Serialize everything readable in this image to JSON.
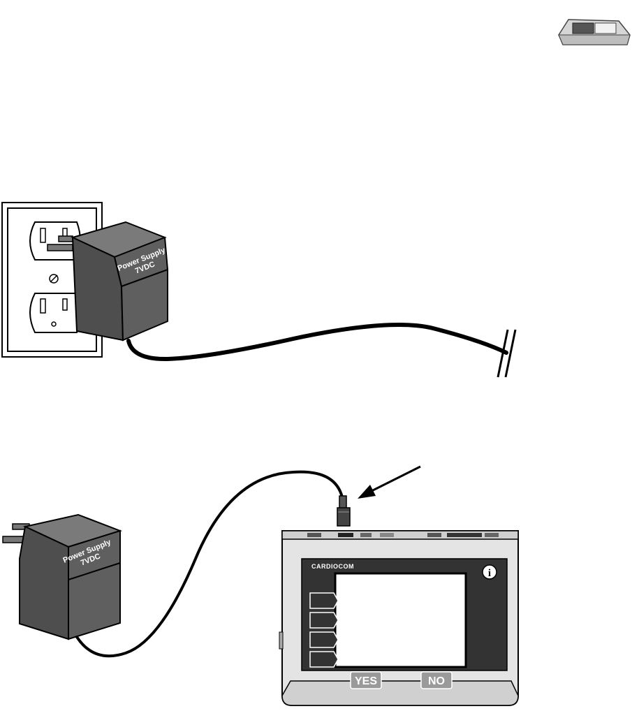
{
  "power_supply_top": {
    "label_line1": "Power Supply",
    "label_line2": "7VDC"
  },
  "power_supply_bottom": {
    "label_line1": "Power Supply",
    "label_line2": "7VDC"
  },
  "device": {
    "brand": "CARDIOCOM",
    "yes_label": "YES",
    "no_label": "NO",
    "info_icon": "info-icon"
  },
  "colors": {
    "adapter_face": "#5f5f5f",
    "adapter_top": "#7a7a7a",
    "device_body": "#e4e4e4",
    "device_panel": "#333333",
    "button_fill": "#9a9a9a"
  }
}
